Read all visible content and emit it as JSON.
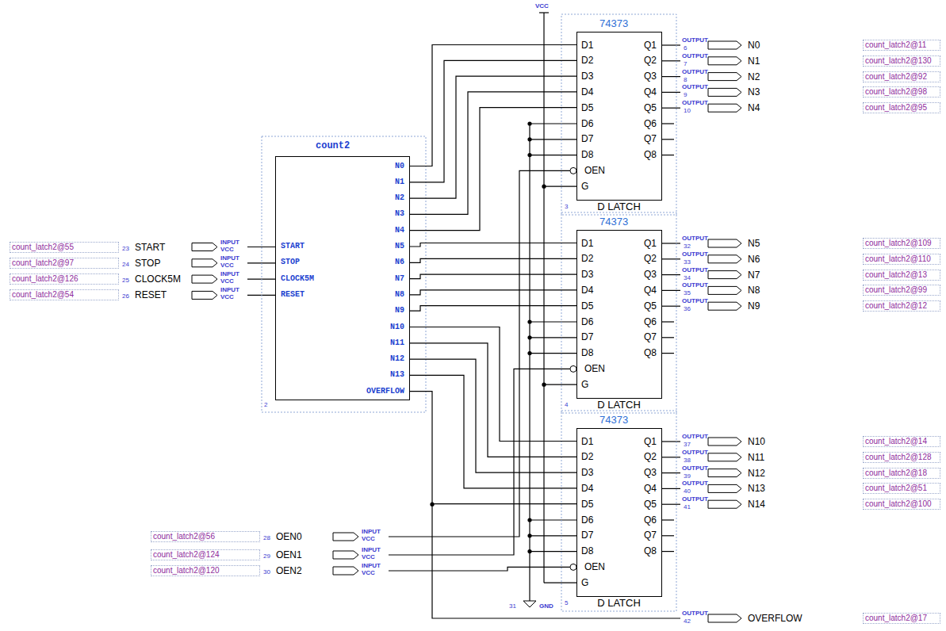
{
  "diagram": {
    "nodes": [
      {
        "text": [
          "count2",
          "START",
          "STOP",
          "CLOCK5M",
          "RESET",
          "N0",
          "N1",
          "N2",
          "N3",
          "N4",
          "N5",
          "N6",
          "N7",
          "N8",
          "N9",
          "N10",
          "N11",
          "N12",
          "N13",
          "OVERFLOW"
        ]
      },
      {
        "text": [
          "74373",
          "D1",
          "D2",
          "D3",
          "D4",
          "D5",
          "D6",
          "D7",
          "D8",
          "OEN",
          "G",
          "Q1",
          "Q2",
          "Q3",
          "Q4",
          "Q5",
          "Q6",
          "Q7",
          "Q8",
          "D LATCH"
        ]
      },
      {
        "text": [
          "74373",
          "D1",
          "D2",
          "D3",
          "D4",
          "D5",
          "D6",
          "D7",
          "D8",
          "OEN",
          "G",
          "Q1",
          "Q2",
          "Q3",
          "Q4",
          "Q5",
          "Q6",
          "Q7",
          "Q8",
          "D LATCH"
        ]
      },
      {
        "text": [
          "74373",
          "D1",
          "D2",
          "D3",
          "D4",
          "D5",
          "D6",
          "D7",
          "D8",
          "OEN",
          "G",
          "Q1",
          "Q2",
          "Q3",
          "Q4",
          "Q5",
          "Q6",
          "Q7",
          "Q8",
          "D LATCH"
        ]
      }
    ],
    "edges": [
      {
        "from": 0,
        "to": 1,
        "arrow": "none"
      },
      {
        "from": 0,
        "to": 1,
        "arrow": "none"
      },
      {
        "from": 0,
        "to": 1,
        "arrow": "none"
      },
      {
        "from": 0,
        "to": 1,
        "arrow": "none"
      },
      {
        "from": 0,
        "to": 1,
        "arrow": "none"
      },
      {
        "from": 0,
        "to": 2,
        "arrow": "none"
      },
      {
        "from": 0,
        "to": 2,
        "arrow": "none"
      },
      {
        "from": 0,
        "to": 2,
        "arrow": "none"
      },
      {
        "from": 0,
        "to": 2,
        "arrow": "none"
      },
      {
        "from": 0,
        "to": 2,
        "arrow": "none"
      },
      {
        "from": 0,
        "to": 3,
        "arrow": "none"
      },
      {
        "from": 0,
        "to": 3,
        "arrow": "none"
      },
      {
        "from": 0,
        "to": 3,
        "arrow": "none"
      },
      {
        "from": 0,
        "to": 3,
        "arrow": "none"
      },
      {
        "from": 0,
        "to": 3,
        "arrow": "none"
      }
    ],
    "labels": [
      "count_latch2@55",
      "23",
      "START",
      "INPUT",
      "VCC",
      "count_latch2@97",
      "24",
      "STOP",
      "INPUT",
      "VCC",
      "count_latch2@126",
      "25",
      "CLOCK5M",
      "INPUT",
      "VCC",
      "count_latch2@54",
      "26",
      "RESET",
      "INPUT",
      "VCC",
      "count_latch2@56",
      "28",
      "OEN0",
      "INPUT",
      "VCC",
      "count_latch2@124",
      "29",
      "OEN1",
      "INPUT",
      "VCC",
      "count_latch2@120",
      "30",
      "OEN2",
      "INPUT",
      "VCC",
      "OUTPUT",
      "6",
      "N0",
      "count_latch2@11",
      "OUTPUT",
      "7",
      "N1",
      "count_latch2@130",
      "OUTPUT",
      "8",
      "N2",
      "count_latch2@92",
      "OUTPUT",
      "9",
      "N3",
      "count_latch2@98",
      "OUTPUT",
      "10",
      "N4",
      "count_latch2@95",
      "OUTPUT",
      "32",
      "N5",
      "count_latch2@109",
      "OUTPUT",
      "33",
      "N6",
      "count_latch2@110",
      "OUTPUT",
      "34",
      "N7",
      "count_latch2@13",
      "OUTPUT",
      "35",
      "N8",
      "count_latch2@99",
      "OUTPUT",
      "36",
      "N9",
      "count_latch2@12",
      "OUTPUT",
      "37",
      "N10",
      "count_latch2@14",
      "OUTPUT",
      "38",
      "N11",
      "count_latch2@128",
      "OUTPUT",
      "39",
      "N12",
      "count_latch2@18",
      "OUTPUT",
      "40",
      "N13",
      "count_latch2@51",
      "OUTPUT",
      "41",
      "N14",
      "count_latch2@100",
      "OUTPUT",
      "42",
      "OVERFLOW",
      "count_latch2@17",
      "VCC",
      "GND",
      "31",
      "2",
      "3",
      "4",
      "5"
    ]
  }
}
